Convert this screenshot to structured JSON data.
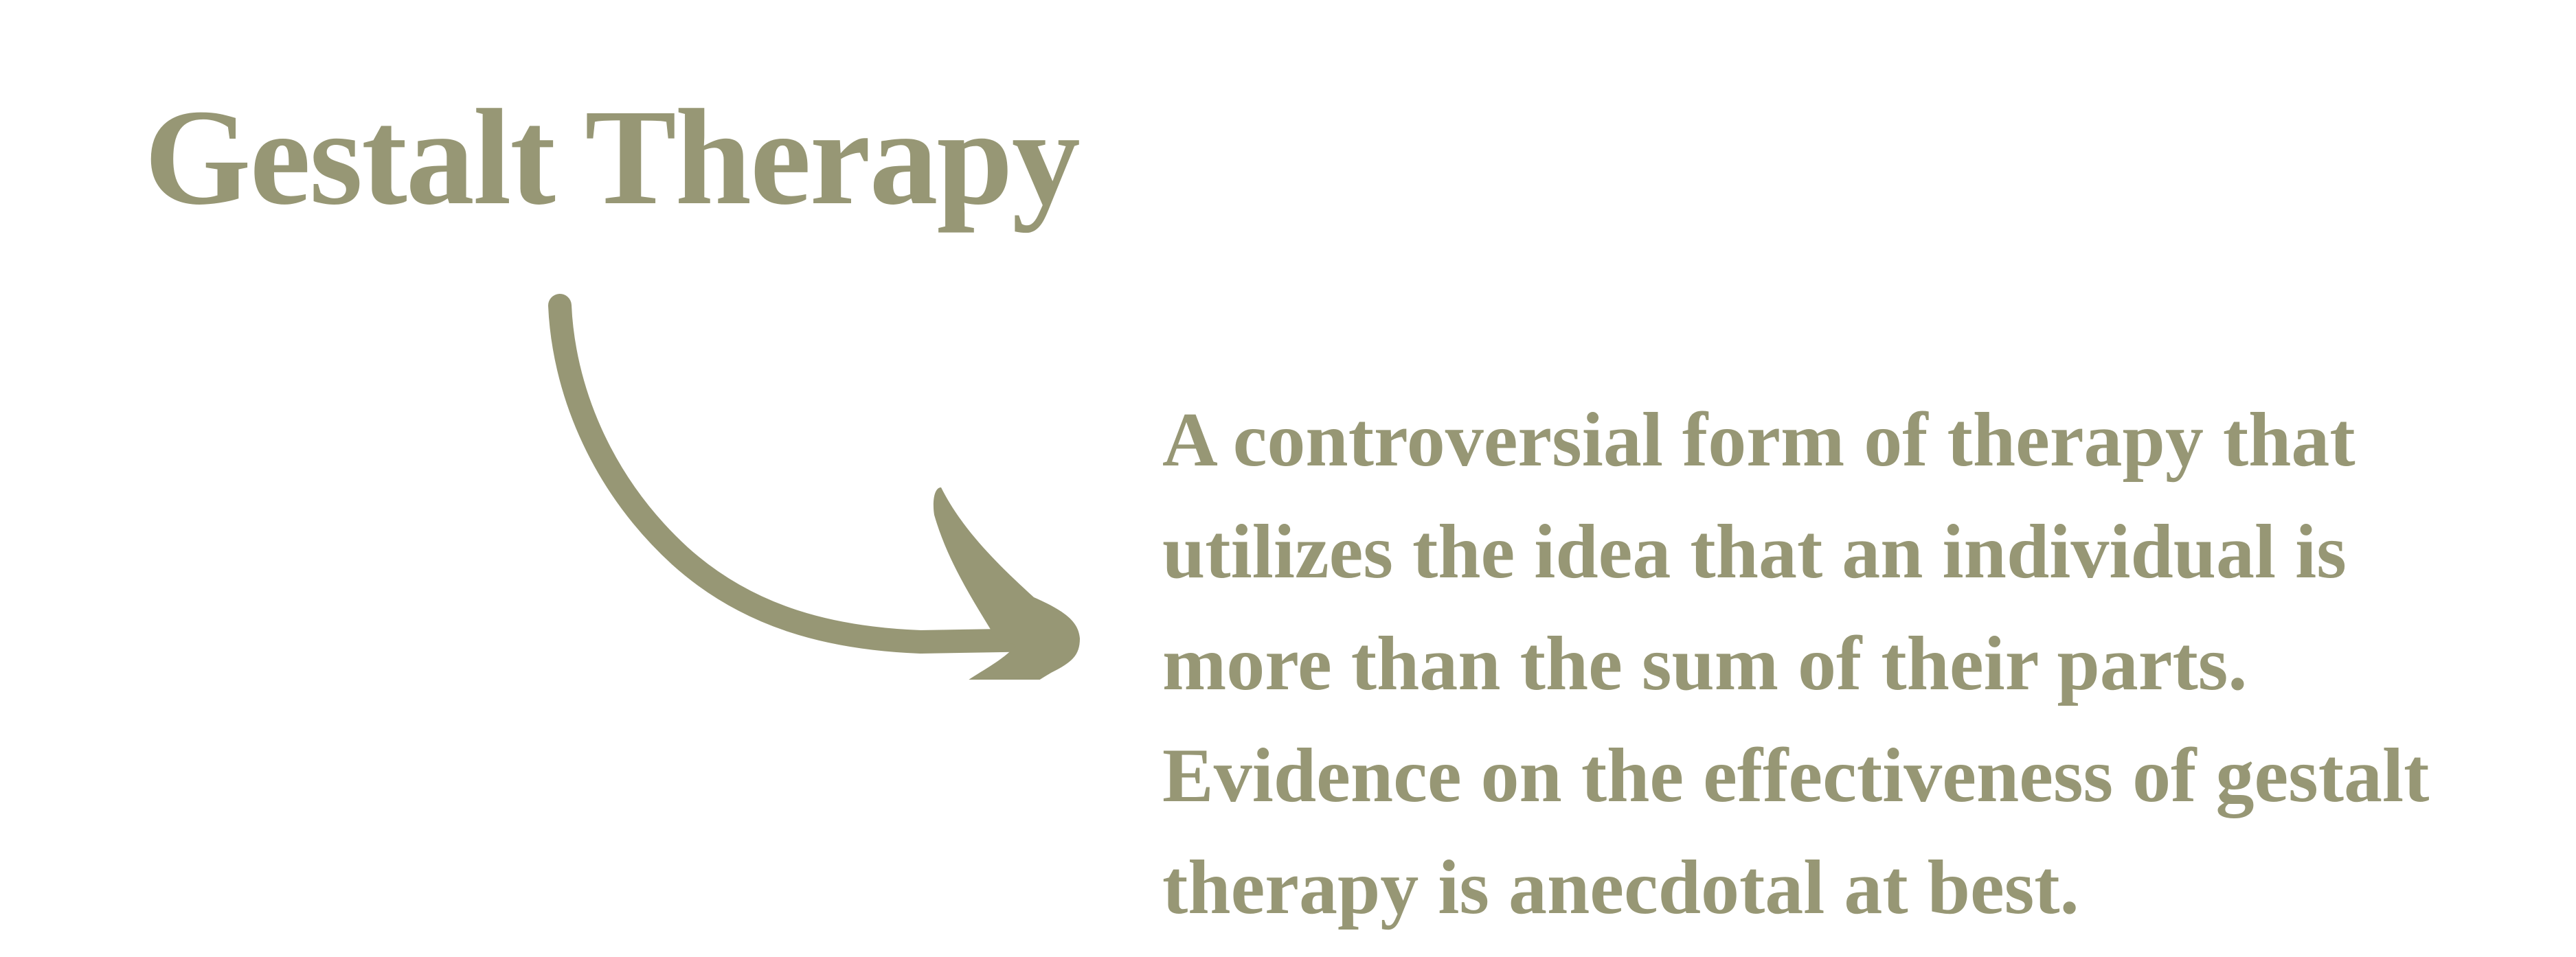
{
  "theme": {
    "text_color": "#979775",
    "background": "#ffffff"
  },
  "title": "Gestalt Therapy",
  "arrow": {
    "icon": "curved-arrow-right-icon",
    "color": "#979775"
  },
  "description": {
    "full_text": "A controversial form of therapy that utilizes the idea that an individual is more than the sum of their parts. Evidence on the effectiveness of gestalt therapy is anecdotal at best.",
    "lines": [
      "A controversial form of therapy that",
      "utilizes the idea that an individual is",
      "more than the sum of their parts.",
      "Evidence on the effectiveness of gestalt",
      "therapy is anecdotal at best."
    ]
  }
}
